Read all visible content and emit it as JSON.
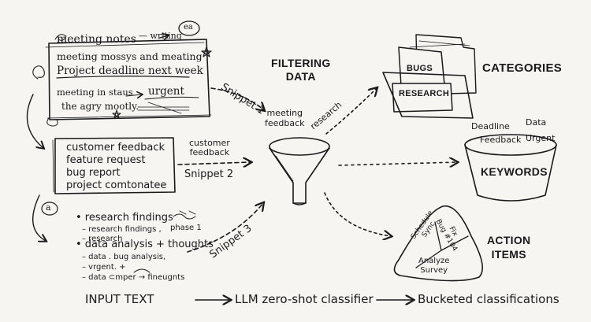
{
  "notes": {
    "circle_tag": "ea",
    "lines": [
      "meeting notes",
      "— writing",
      "meeting mossys and meating",
      "Project deadline next week",
      "meeting in staus",
      "urgent",
      "the agry mootly."
    ]
  },
  "feedback_box": {
    "lines": [
      "customer feedback",
      "feature request",
      "bug report",
      "project comtonatee"
    ]
  },
  "research_notes": {
    "circle_tag": "a",
    "lines": [
      "• research findings",
      "– research findings ,",
      "phase 1",
      "– research",
      "• data analysis + thoughts",
      "– data . bug analysis,",
      "– vrgent. +",
      "– data ⊂mper → fineugnts"
    ]
  },
  "snippets": {
    "snippet1": "Snippet 1",
    "snippet2_caption": "customer\nfeedback",
    "snippet2": "Snippet 2",
    "snippet3": "Snippet 3"
  },
  "filter": {
    "title": "FILTERING\nDATA",
    "meeting_feedback": "meeting\nfeedback",
    "research": "research"
  },
  "categories": {
    "title": "CATEGORIES",
    "folders": [
      "BUGS",
      "RESEARCH"
    ]
  },
  "keywords": {
    "title": "KEYWORDS",
    "words": [
      "Deadline",
      "Data",
      "Feedback",
      "Urgent"
    ]
  },
  "action_items": {
    "title": "ACTION\nITEMS",
    "segments": [
      "Schedule\nSync",
      "Fix\nBug #104",
      "Analyze\nSurvey"
    ]
  },
  "pipeline": {
    "step1": "INPUT TEXT",
    "step2": "LLM zero-shot classifier",
    "step3": "Bucketed classifications"
  }
}
